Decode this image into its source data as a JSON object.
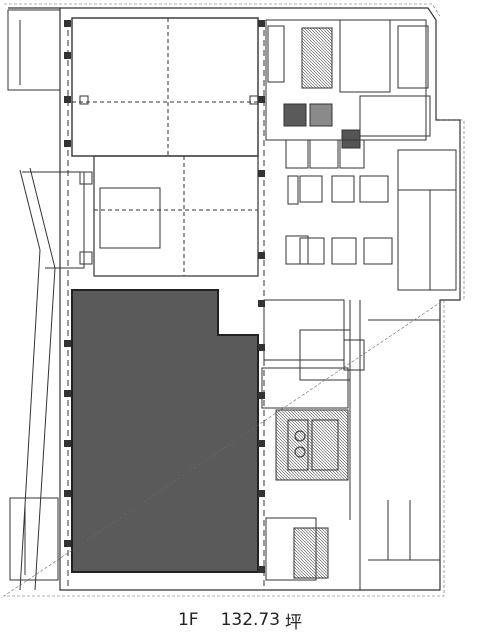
{
  "caption": {
    "floor": "1F",
    "area_value": "132.73",
    "area_unit": "坪"
  },
  "colors": {
    "line": "#333333",
    "hatch": "#555555",
    "paper": "#ffffff"
  }
}
